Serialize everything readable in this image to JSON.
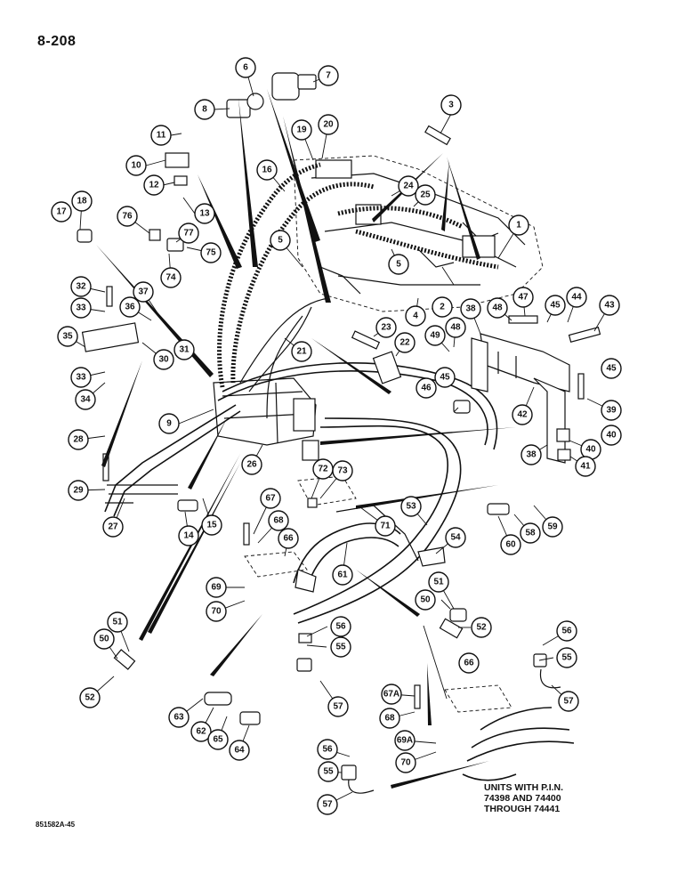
{
  "page_number": "8-208",
  "drawing_code": "851582A-45",
  "units_note": [
    "UNITS WITH P.I.N.",
    "74398 AND 74400",
    "THROUGH 74441"
  ],
  "callouts": {
    "c1": "1",
    "c2": "2",
    "c3": "3",
    "c4": "4",
    "c5a": "5",
    "c5b": "5",
    "c6": "6",
    "c7": "7",
    "c8": "8",
    "c9": "9",
    "c10": "10",
    "c11": "11",
    "c12": "12",
    "c13": "13",
    "c14": "14",
    "c15": "15",
    "c16": "16",
    "c17": "17",
    "c18": "18",
    "c19": "19",
    "c20": "20",
    "c21": "21",
    "c22": "22",
    "c23": "23",
    "c24": "24",
    "c25": "25",
    "c26": "26",
    "c27": "27",
    "c28": "28",
    "c29": "29",
    "c30": "30",
    "c31": "31",
    "c32": "32",
    "c33a": "33",
    "c33b": "33",
    "c34": "34",
    "c35": "35",
    "c36": "36",
    "c37": "37",
    "c38a": "38",
    "c38b": "38",
    "c39": "39",
    "c40a": "40",
    "c40b": "40",
    "c41": "41",
    "c42": "42",
    "c43": "43",
    "c44": "44",
    "c45a": "45",
    "c45b": "45",
    "c45c": "45",
    "c46": "46",
    "c47": "47",
    "c48a": "48",
    "c48b": "48",
    "c49": "49",
    "c50a": "50",
    "c50b": "50",
    "c51a": "51",
    "c51b": "51",
    "c52a": "52",
    "c52b": "52",
    "c53": "53",
    "c54": "54",
    "c55a": "55",
    "c55b": "55",
    "c55c": "55",
    "c56a": "56",
    "c56b": "56",
    "c56c": "56",
    "c57a": "57",
    "c57b": "57",
    "c57c": "57",
    "c58": "58",
    "c59": "59",
    "c60": "60",
    "c61": "61",
    "c62": "62",
    "c63": "63",
    "c64": "64",
    "c65": "65",
    "c66a": "66",
    "c66b": "66",
    "c67": "67",
    "c67a": "67A",
    "c68a": "68",
    "c68b": "68",
    "c69": "69",
    "c69a": "69A",
    "c70a": "70",
    "c70b": "70",
    "c71": "71",
    "c72": "72",
    "c73": "73",
    "c74": "74",
    "c75": "75",
    "c76": "76",
    "c77": "77"
  }
}
